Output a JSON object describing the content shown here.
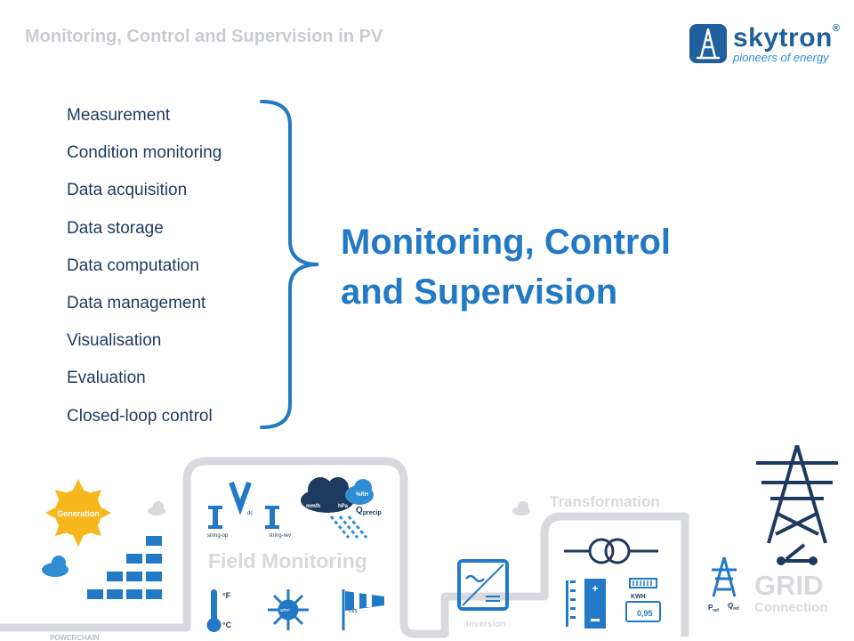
{
  "header": {
    "title": "Monitoring, Control and Supervision in PV"
  },
  "logo": {
    "name": "skytron",
    "registered": "®",
    "tagline": "pioneers of energy"
  },
  "functions": [
    "Measurement",
    "Condition monitoring",
    "Data acquisition",
    "Data storage",
    "Data computation",
    "Data management",
    "Visualisation",
    "Evaluation",
    "Closed-loop control"
  ],
  "headline": {
    "line1": "Monitoring, Control",
    "line2": "and Supervision"
  },
  "diagram": {
    "generation": "Generation",
    "field_monitoring": "Field Monitoring",
    "transformation": "Transformation",
    "inversion": "Inversion",
    "grid": "GRID",
    "connection": "Connection",
    "powerchain": "POWERCHAIN",
    "string_op": "string-op",
    "string_rev": "string-rev",
    "dc": "dc",
    "mmh": "mm/h",
    "hpa": "hPa",
    "rh": "%RH",
    "q": "Q",
    "precip": "precip",
    "degf": "°F",
    "degc": "°C",
    "wm2": "w/m²",
    "ms": "m/s",
    "kwh": "KWH",
    "meter_value": "0,95",
    "p": "P",
    "ref": "ref"
  },
  "colors": {
    "title_gray": "#c9ccd0",
    "text_navy": "#1e3a5f",
    "accent_blue": "#2279c5",
    "dark_blue": "#1f5f9e",
    "light_blue": "#2f8dd3",
    "sun_yellow": "#f6b81c",
    "diagram_gray": "#d7d9dc"
  },
  "icons": [
    "skytron-tower-logo",
    "sun-icon",
    "cloud-icon",
    "solar-panels-icon",
    "current-icon",
    "voltage-icon",
    "rain-cloud-icon",
    "thermometer-icon",
    "irradiance-icon",
    "windsock-icon",
    "inverter-icon",
    "transformer-icon",
    "battery-icon",
    "meter-icon",
    "pylon-icon"
  ]
}
